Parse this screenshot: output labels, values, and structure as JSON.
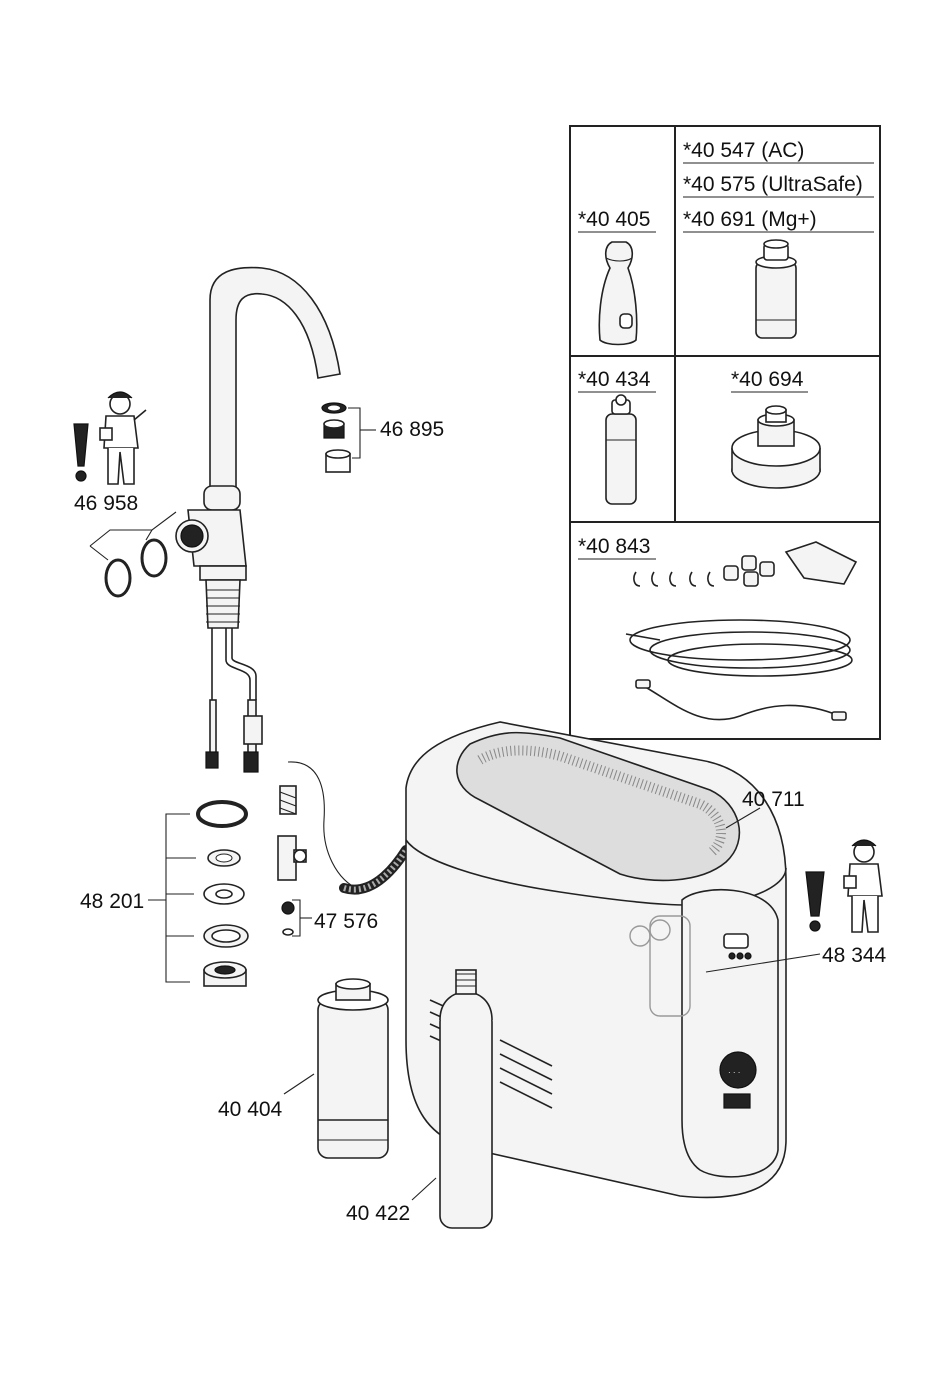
{
  "labels": {
    "spout_aerator": "46 895",
    "o_rings": "46 958",
    "mounting_set": "48 201",
    "tee_valve": "47 576",
    "cooler_unit": "40 711",
    "control_module": "48 344",
    "filter_cartridge": "40 404",
    "co2_bottle": "40 422"
  },
  "accessories": {
    "cell_1": {
      "code": "*40 405"
    },
    "cell_2": {
      "codes": [
        "*40 547 (AC)",
        "*40 575 (UltraSafe)",
        "*40 691 (Mg+)"
      ]
    },
    "cell_3": {
      "code": "*40 434"
    },
    "cell_4": {
      "code": "*40 694"
    },
    "cell_5": {
      "code": "*40 843"
    }
  },
  "icons": [
    "installer-icon",
    "warning-exclamation-icon"
  ]
}
